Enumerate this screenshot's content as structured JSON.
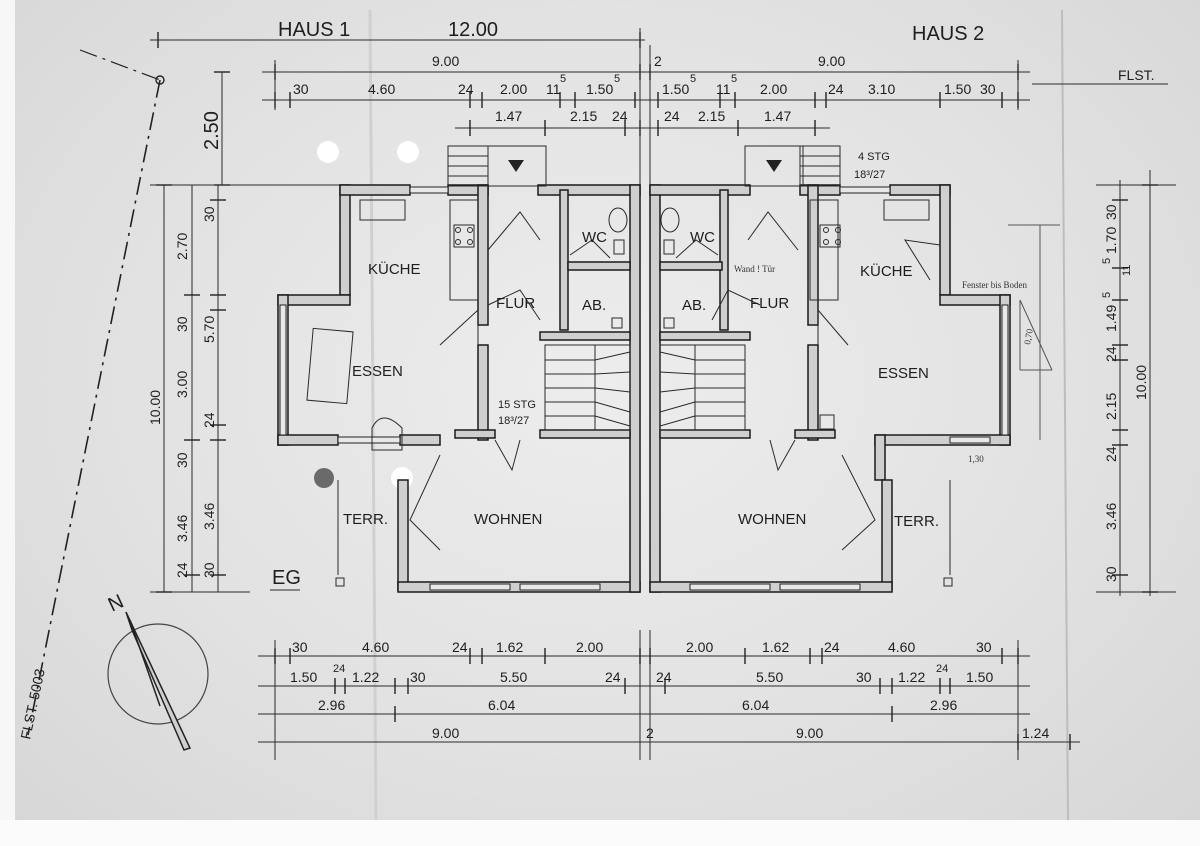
{
  "title": {
    "haus1": "HAUS 1",
    "haus2": "HAUS 2",
    "total_width": "12.00",
    "flst": "FLST.",
    "flst_5003": "FLST. 5003",
    "floor": "EG"
  },
  "dims_top": {
    "row1": [
      "9.00",
      "2",
      "9.00"
    ],
    "row2": [
      "30",
      "4.60",
      "24",
      "2.00",
      "11",
      "5",
      "1.50",
      "5",
      "1.50",
      "5",
      "11",
      "5",
      "2.00",
      "24",
      "3.10",
      "1.50",
      "30"
    ],
    "row3": [
      "1.47",
      "2.15",
      "24",
      "24",
      "2.15",
      "1.47"
    ],
    "setback": "2.50"
  },
  "dims_left": [
    "10.00",
    "2.70",
    "30",
    "5.70",
    "30",
    "3.00",
    "24",
    "30",
    "3.46",
    "3.46",
    "24",
    "30"
  ],
  "dims_right": [
    "30",
    "1.70",
    "11",
    "5",
    "1.49",
    "5",
    "24",
    "2.15",
    "24",
    "3.46",
    "30",
    "10.00"
  ],
  "dims_bottom": {
    "row1": [
      "30",
      "4.60",
      "24",
      "1.62",
      "2.00",
      "2.00",
      "1.62",
      "24",
      "4.60",
      "30"
    ],
    "row2": [
      "1.50",
      "24",
      "1.22",
      "30",
      "5.50",
      "24",
      "24",
      "5.50",
      "30",
      "1.22",
      "24",
      "1.50"
    ],
    "row3": [
      "2.96",
      "6.04",
      "6.04",
      "2.96"
    ],
    "row4": [
      "9.00",
      "2",
      "9.00",
      "1.24"
    ]
  },
  "rooms": {
    "kueche1": "KÜCHE",
    "flur1": "FLUR",
    "wc1": "WC",
    "ab1": "AB.",
    "essen1": "ESSEN",
    "wohnen1": "WOHNEN",
    "terr1": "TERR.",
    "kueche2": "KÜCHE",
    "flur2": "FLUR",
    "wc2": "WC",
    "ab2": "AB.",
    "essen2": "ESSEN",
    "wohnen2": "WOHNEN",
    "terr2": "TERR."
  },
  "stairs": {
    "stg1_count": "15 STG",
    "stg1_ratio": "18³/27",
    "stg2_count": "4 STG",
    "stg2_ratio": "18³/27"
  },
  "notes": {
    "note1": "Wand ! Tür",
    "note2": "Fenster bis Boden",
    "note3": "0,70",
    "note4": "1,30"
  },
  "north": "N"
}
